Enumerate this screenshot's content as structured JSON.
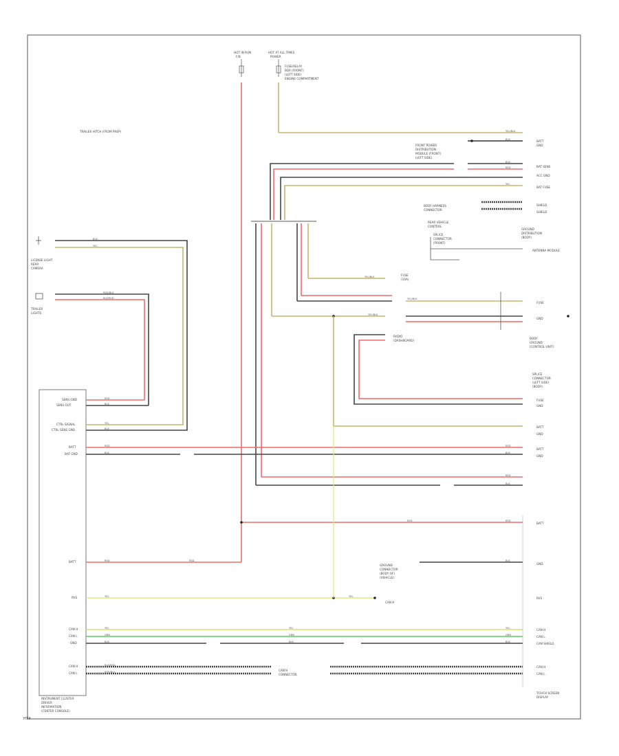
{
  "diagram": {
    "note": "TRAILER HITCH (FROM PREP)",
    "footer_code": "HT#",
    "top_sources": {
      "left": [
        "HOT IN RUN",
        "F/B"
      ],
      "right": [
        "HOT AT ALL TIMES",
        "POWER"
      ],
      "fuse_block": [
        "FUSE/RELAY",
        "BOX (FRONT)",
        "(LEFT SIDE)",
        "ENGINE COMPARTMENT"
      ]
    },
    "left_components": {
      "rear_camera": [
        "LICENSE LIGHT",
        "REAR",
        "CAMERA"
      ],
      "trailer_lights": [
        "TRAILER",
        "LIGHTS"
      ]
    },
    "left_module": {
      "pins": [
        "SENS GND",
        "SENS OUT",
        "CTRL SIGNAL",
        "CTRL SENS GND",
        "BATT",
        "BAT GND",
        "BATT",
        "RVS",
        "CAN H",
        "CAN L",
        "GND",
        "CAN H",
        "CAN L"
      ],
      "name": [
        "INSTRUMENT CLUSTER",
        "DRIVER",
        "INFORMATION",
        "(CENTER CONSOLE)"
      ]
    },
    "right_connectors": {
      "top_pins": [
        "BATT",
        "GND",
        "BAT SENS",
        "ACC GND",
        "BAT FUSE",
        "SHIELD",
        "SHIELD"
      ],
      "mid_pins": [
        "FUSE",
        "GND",
        "FUSE",
        "GND",
        "BATT",
        "GND",
        "BATT",
        "GND"
      ],
      "module_pins": [
        "BATT",
        "GND",
        "RVS",
        "CAN H",
        "CAN L",
        "CAN SHIELD",
        "CAN H",
        "CAN L"
      ],
      "module_name": [
        "TOUCH SCREEN",
        "DISPLAY"
      ]
    },
    "callouts": {
      "front_pdm": [
        "FRONT POWER",
        "DISTRIBUTION",
        "MODULE (FRONT)",
        "(LEFT SIDE)"
      ],
      "body_harness": [
        "BODY HARNESS",
        "CONNECTOR"
      ],
      "rear_module": [
        "REAR VEHICLE",
        "CONTROL"
      ],
      "ground_splice": [
        "GROUND",
        "DISTRIBUTION",
        "(BODY)"
      ],
      "splice": [
        "SPLICE",
        "CONNECTOR",
        "(FRONT)"
      ],
      "antenna_module": [
        "ANTENNA MODULE"
      ],
      "fuse_note": [
        "FUSE",
        "(10A)"
      ],
      "body_ground": [
        "BODY",
        "GROUND",
        "(CONTROL UNIT)"
      ],
      "splice_conn": [
        "SPLICE",
        "CONNECTOR",
        "(LEFT SIDE)",
        "(BODY)"
      ],
      "radio_module": [
        "RADIO",
        "(DASHBOARD)"
      ],
      "ground_label": [
        "GROUND",
        "CONNECTOR",
        "(BODY OF)",
        "(VEHICLE)"
      ],
      "can_h_left": [
        "CAN H"
      ],
      "can_h_bottom": [
        "CAN H",
        "CONNECTOR"
      ]
    },
    "wire_labels": [
      "RED",
      "BLK",
      "YEL",
      "GRN",
      "BLK/RED",
      "RED/BLK",
      "YEL/BLK",
      "BLK/YEL",
      "GRY",
      "RED/WHT"
    ]
  }
}
